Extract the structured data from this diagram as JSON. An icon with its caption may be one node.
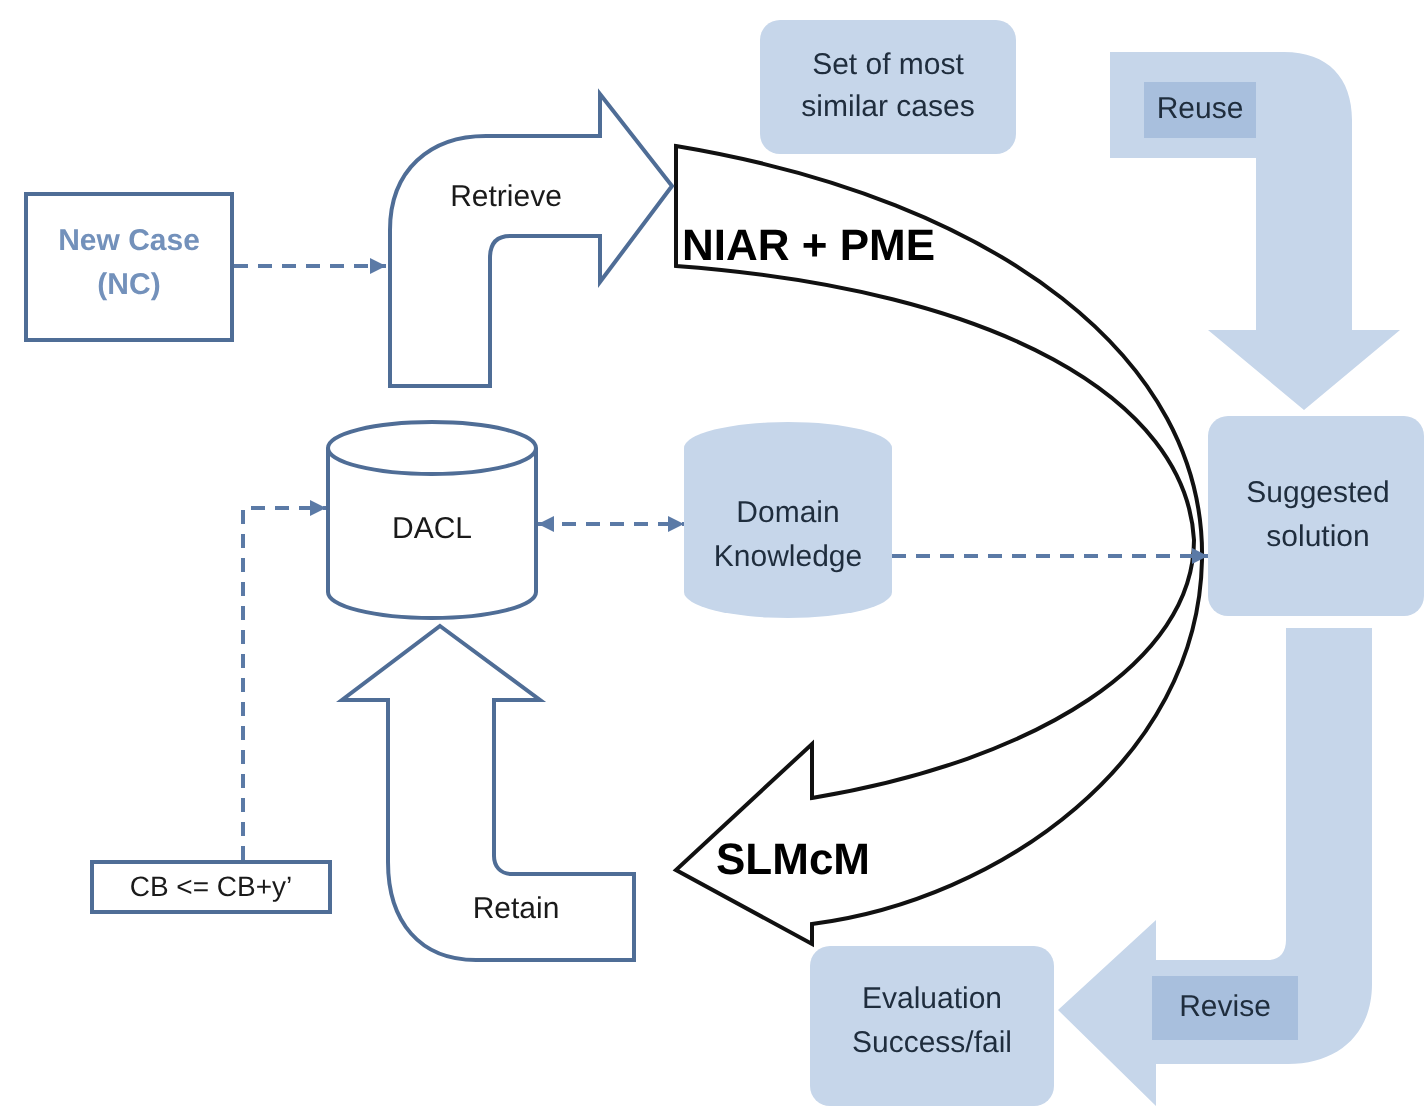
{
  "diagram": {
    "nodes": [
      {
        "text": [
          "Set of most similar cases"
        ]
      },
      {
        "text": [
          "New Case (NC)"
        ]
      },
      {
        "text": [
          "NIAR + PME",
          "SLMcM"
        ]
      },
      {
        "text": [
          "DACL"
        ]
      },
      {
        "text": [
          "Domain Knowledge"
        ]
      },
      {
        "text": [
          "Suggested solution"
        ]
      },
      {
        "text": [
          "CB <= CB+y’"
        ]
      },
      {
        "text": [
          "Evaluation Success/fail"
        ]
      }
    ],
    "edges": [
      {
        "from": 1,
        "to": null,
        "arrow": "to",
        "style": "dashed"
      },
      {
        "from": 3,
        "to": 2,
        "label": "Retrieve",
        "arrow": "to",
        "style": "thick"
      },
      {
        "from": 0,
        "to": 5,
        "label": "Reuse",
        "arrow": "to",
        "style": "thick",
        "color": "#c6d6ea"
      },
      {
        "from": 3,
        "to": 4,
        "arrow": "both",
        "style": "dashed"
      },
      {
        "from": 4,
        "to": 5,
        "arrow": "to",
        "style": "dashed"
      },
      {
        "from": 5,
        "to": 7,
        "label": "Revise",
        "arrow": "to",
        "style": "thick",
        "color": "#c6d6ea"
      },
      {
        "from": 2,
        "to": 3,
        "label": "Retain",
        "arrow": "to",
        "style": "thick"
      },
      {
        "from": 6,
        "to": 3,
        "arrow": "to",
        "style": "dashed"
      }
    ]
  }
}
